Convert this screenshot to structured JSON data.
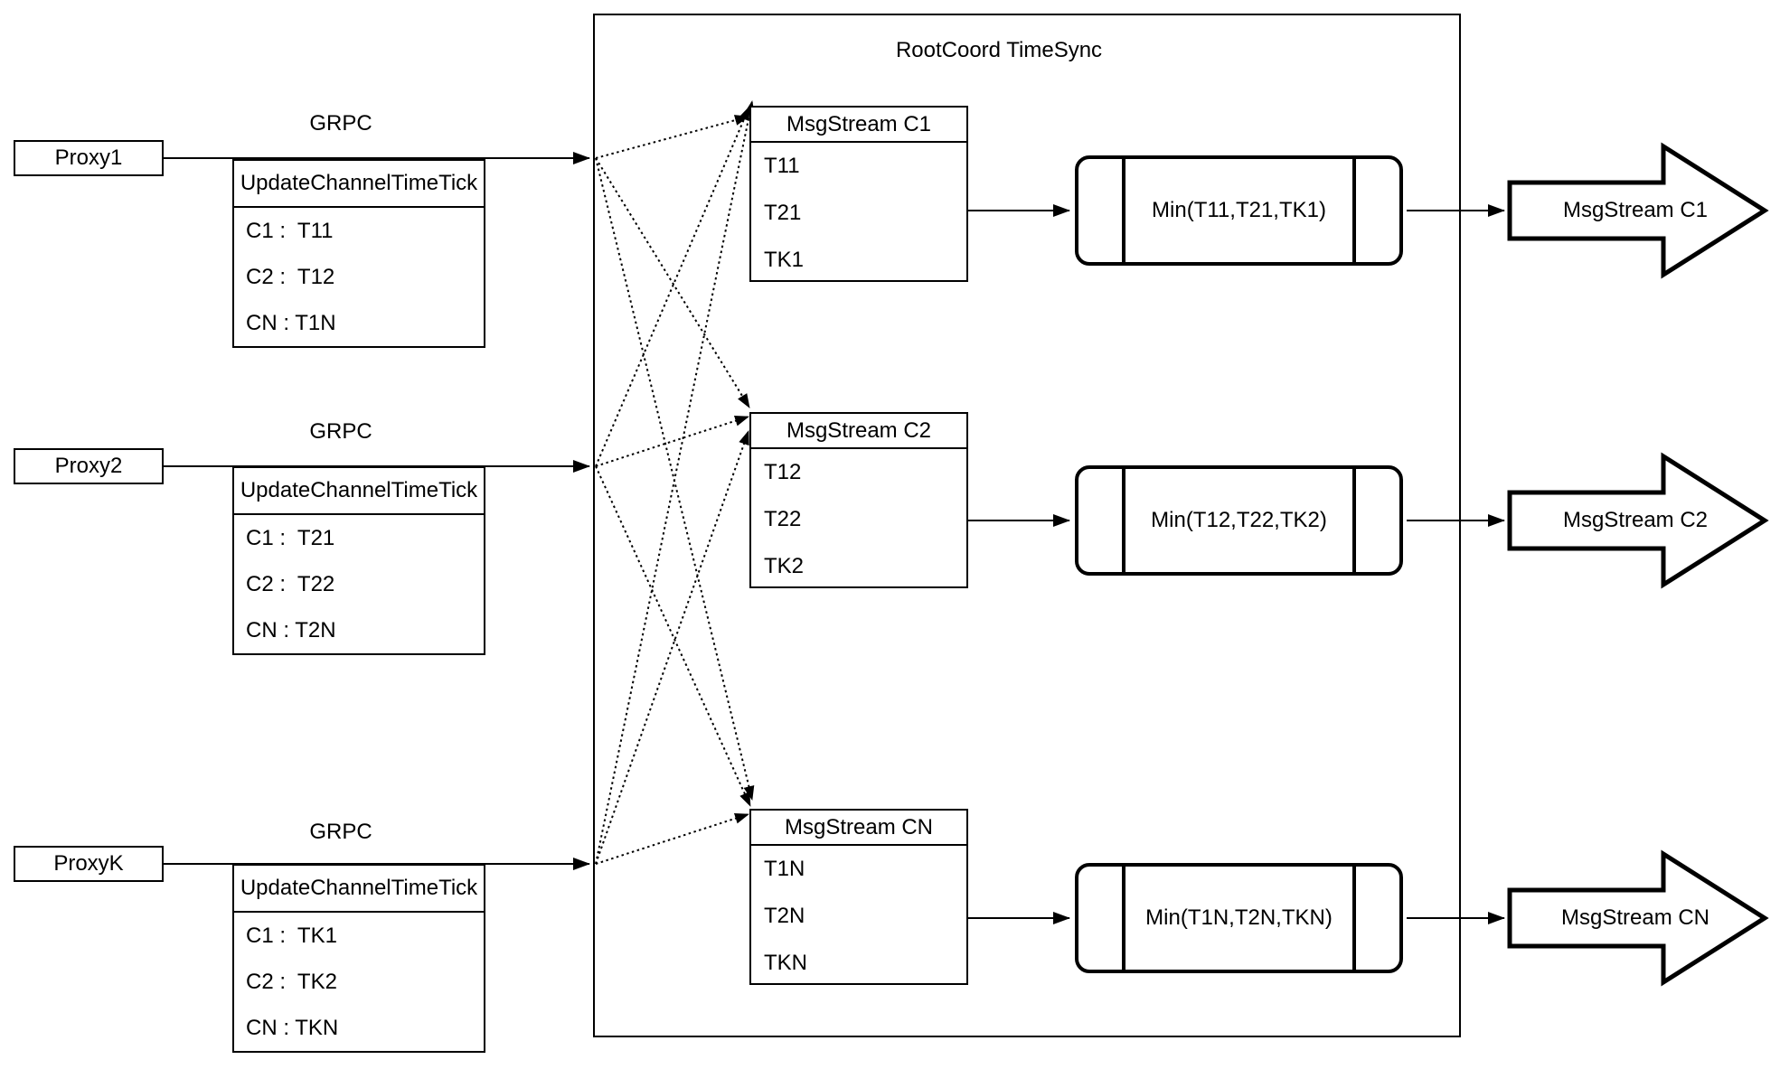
{
  "colors": {
    "ink": "#000000",
    "paper": "#ffffff"
  },
  "diagram": {
    "title": "RootCoord TimeSync",
    "grpc_label": "GRPC",
    "rows": [
      {
        "proxy": "Proxy1",
        "grpc_table": {
          "header": "UpdateChannelTimeTick",
          "cells": [
            "C1 :  T11",
            "C2 :  T12",
            "CN : T1N"
          ]
        },
        "msgstream": {
          "header": "MsgStream C1",
          "cells": [
            "T11",
            "T21",
            "TK1"
          ]
        },
        "min_label": "Min(T11,T21,TK1)",
        "output_label": "MsgStream C1"
      },
      {
        "proxy": "Proxy2",
        "grpc_table": {
          "header": "UpdateChannelTimeTick",
          "cells": [
            "C1 :  T21",
            "C2 :  T22",
            "CN : T2N"
          ]
        },
        "msgstream": {
          "header": "MsgStream C2",
          "cells": [
            "T12",
            "T22",
            "TK2"
          ]
        },
        "min_label": "Min(T12,T22,TK2)",
        "output_label": "MsgStream C2"
      },
      {
        "proxy": "ProxyK",
        "grpc_table": {
          "header": "UpdateChannelTimeTick",
          "cells": [
            "C1 :  TK1",
            "C2 :  TK2",
            "CN : TKN"
          ]
        },
        "msgstream": {
          "header": "MsgStream CN",
          "cells": [
            "T1N",
            "T2N",
            "TKN"
          ]
        },
        "min_label": "Min(T1N,T2N,TKN)",
        "output_label": "MsgStream CN"
      }
    ]
  }
}
